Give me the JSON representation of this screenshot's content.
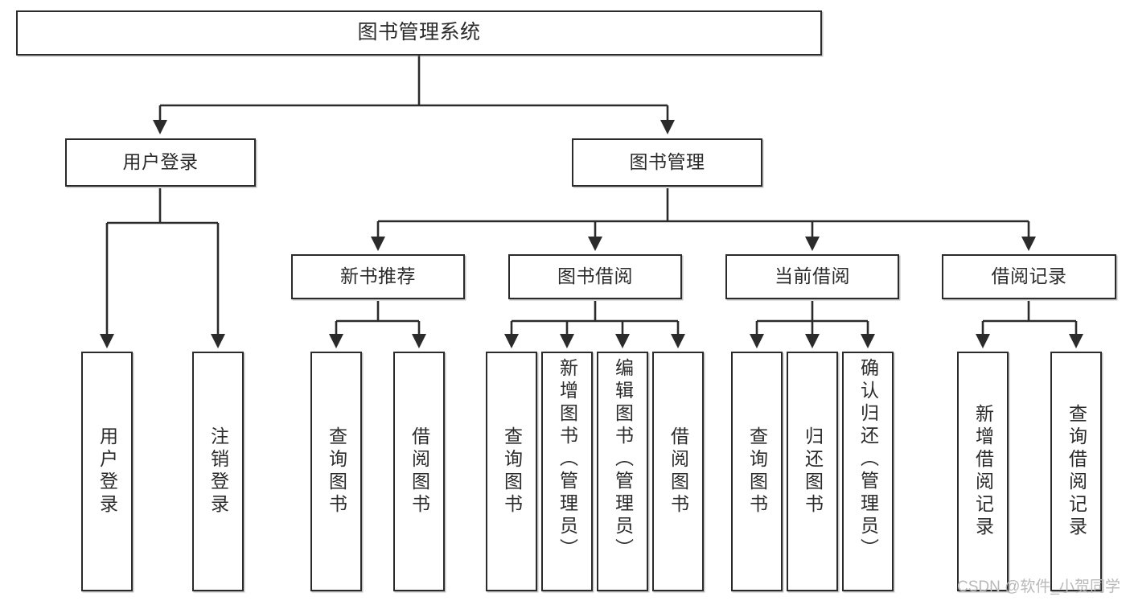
{
  "diagram": {
    "title": "图书管理系统",
    "type": "tree",
    "root": {
      "id": "root",
      "label": "图书管理系统"
    },
    "level1": [
      {
        "id": "user-login",
        "label": "用户登录"
      },
      {
        "id": "book-management",
        "label": "图书管理"
      }
    ],
    "level2": [
      {
        "id": "new-book-recommend",
        "label": "新书推荐",
        "parent": "book-management"
      },
      {
        "id": "book-borrow",
        "label": "图书借阅",
        "parent": "book-management"
      },
      {
        "id": "current-borrow",
        "label": "当前借阅",
        "parent": "book-management"
      },
      {
        "id": "borrow-record",
        "label": "借阅记录",
        "parent": "book-management"
      }
    ],
    "leaves": {
      "user_login": [
        {
          "id": "leaf-user-login",
          "label": "用户登录"
        },
        {
          "id": "leaf-user-logout",
          "label": "注销登录"
        }
      ],
      "new_book_recommend": [
        {
          "id": "leaf-query-book-1",
          "label": "查询图书"
        },
        {
          "id": "leaf-borrow-book-1",
          "label": "借阅图书"
        }
      ],
      "book_borrow": [
        {
          "id": "leaf-query-book-2",
          "label": "查询图书"
        },
        {
          "id": "leaf-add-book",
          "label": "新增图书（管理员）"
        },
        {
          "id": "leaf-edit-book",
          "label": "编辑图书（管理员）"
        },
        {
          "id": "leaf-borrow-book-2",
          "label": "借阅图书"
        }
      ],
      "current_borrow": [
        {
          "id": "leaf-query-book-3",
          "label": "查询图书"
        },
        {
          "id": "leaf-return-book",
          "label": "归还图书"
        },
        {
          "id": "leaf-confirm-return",
          "label": "确认归还（管理员）"
        }
      ],
      "borrow_record": [
        {
          "id": "leaf-add-record",
          "label": "新增借阅记录"
        },
        {
          "id": "leaf-query-record",
          "label": "查询借阅记录"
        }
      ]
    }
  },
  "watermark": {
    "text": "CSDN @软件_小贺同学"
  },
  "colors": {
    "border": "#2b2b2b",
    "background": "#ffffff",
    "text": "#2b2b2b",
    "watermark": "#b9b9b9"
  }
}
